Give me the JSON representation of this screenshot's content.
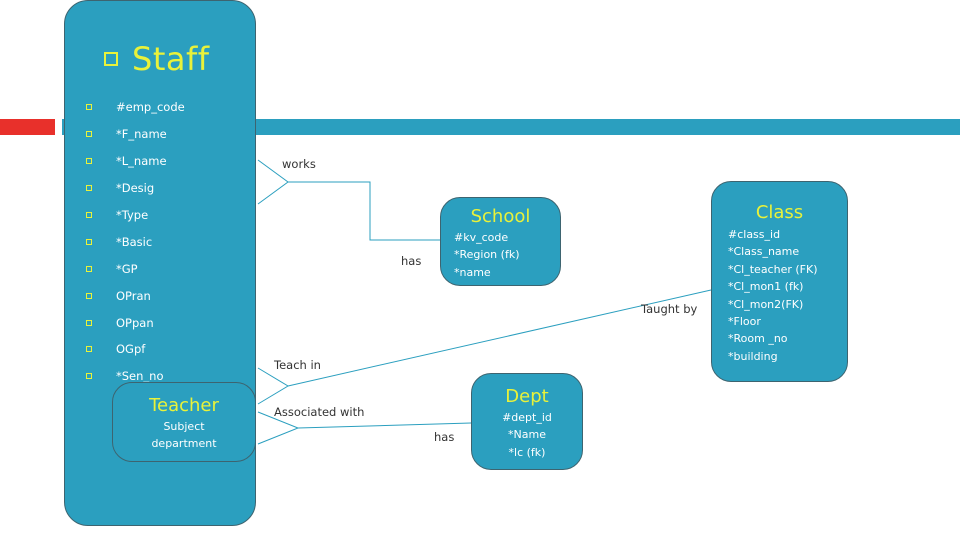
{
  "staff": {
    "title": "Staff",
    "attributes": [
      "#emp_code",
      "*F_name",
      "*L_name",
      "*Desig",
      "*Type",
      "*Basic",
      "*GP",
      "OPran",
      "OPpan",
      "OGpf",
      "*Sen_no"
    ]
  },
  "teacher": {
    "title": "Teacher",
    "lines": [
      "Subject",
      "department"
    ]
  },
  "school": {
    "title": "School",
    "lines": [
      "#kv_code",
      "*Region (fk)",
      "*name"
    ]
  },
  "class": {
    "title": "Class",
    "lines": [
      "#class_id",
      "*Class_name",
      "*Cl_teacher (FK)",
      "*Cl_mon1 (fk)",
      "*Cl_mon2(FK)",
      "*Floor",
      "*Room _no",
      "*building"
    ]
  },
  "dept": {
    "title": "Dept",
    "lines": [
      "#dept_id",
      "*Name",
      "*lc (fk)"
    ]
  },
  "relationships": {
    "works": "works",
    "has_school": "has",
    "teach_in": "Teach in",
    "taught_by": "Taught by",
    "associated_with": "Associated with",
    "has_dept": "has"
  },
  "colors": {
    "entity_fill": "#2b9fbf",
    "title_yellow": "#e9f23a",
    "band_red": "#e8302b",
    "line": "#2b9fbf"
  }
}
